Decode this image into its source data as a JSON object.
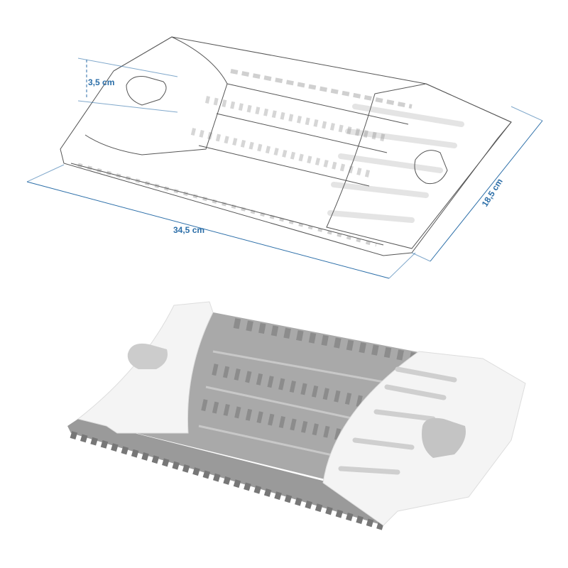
{
  "dimensions": {
    "height_label": "3,5 cm",
    "length_label": "34,5 cm",
    "width_label": "18,5 cm"
  },
  "colors": {
    "dimension": "#2b6ea8",
    "outline": "#555555",
    "rack_gray": "#a9a9a9",
    "rack_white": "#f4f4f4"
  }
}
